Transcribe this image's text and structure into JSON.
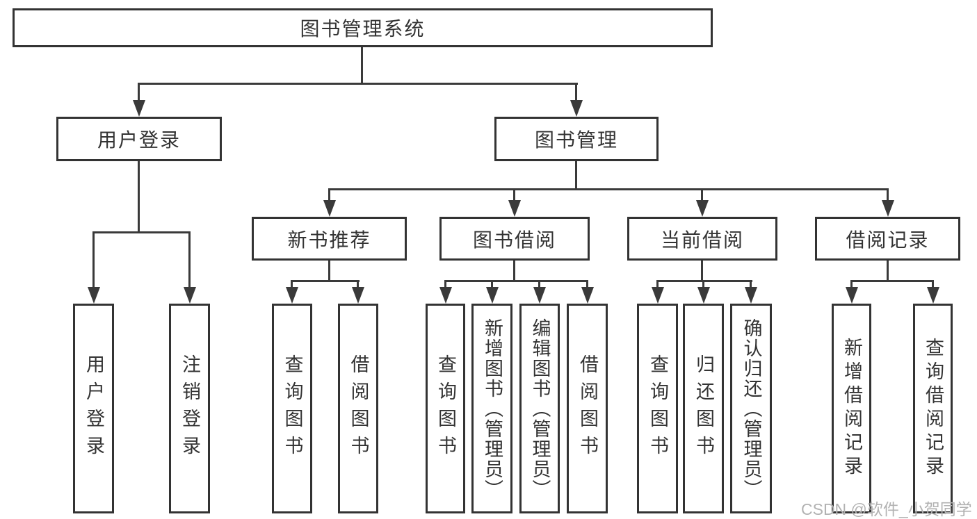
{
  "tree": {
    "root": "图书管理系统",
    "login": {
      "label": "用户登录",
      "leaves": [
        "用户登录",
        "注销登录"
      ]
    },
    "manage": {
      "label": "图书管理",
      "groups": [
        {
          "label": "新书推荐",
          "leaves": [
            "查询图书",
            "借阅图书"
          ]
        },
        {
          "label": "图书借阅",
          "leaves": [
            "查询图书",
            "新增图书（管理员）",
            "编辑图书（管理员）",
            "借阅图书"
          ]
        },
        {
          "label": "当前借阅",
          "leaves": [
            "查询图书",
            "归还图书",
            "确认归还（管理员）"
          ]
        },
        {
          "label": "借阅记录",
          "leaves": [
            "新增借阅记录",
            "查询借阅记录"
          ]
        }
      ]
    }
  },
  "watermark": {
    "text": "CSDN @软件_小贺同学",
    "color": "#b2b2b2"
  },
  "colors": {
    "line": "#3a3a3a",
    "border": "#333333",
    "text": "#333333",
    "background": "#ffffff"
  }
}
